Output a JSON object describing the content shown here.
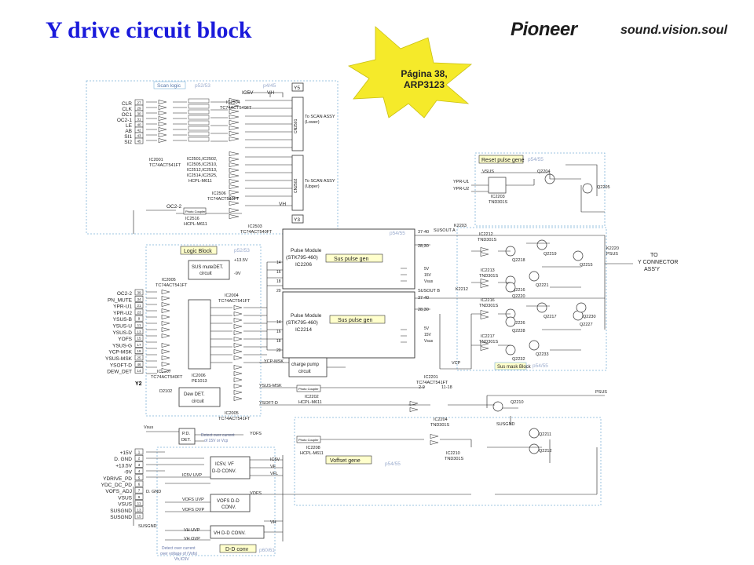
{
  "title": "Y drive circuit block",
  "brand": {
    "name": "Pioneer",
    "tagline": "sound.vision.soul"
  },
  "callout": {
    "line1": "Página 38,",
    "line2": "ARP3123",
    "fill": "#f5ea2a"
  },
  "colors": {
    "title": "#1a1adb",
    "block_border": "#7fb3d8",
    "label_fill": "#ffffcc",
    "wire": "#222222"
  },
  "blocks": {
    "scan_logic": {
      "label": "Scan logic",
      "page": "p52/53",
      "page2": "p4/45"
    },
    "logic_block": {
      "label": "Logic Block",
      "page": "p52/53"
    },
    "reset_pulse": {
      "label": "Reset pulse gene",
      "page": "p54/55"
    },
    "sus_pulse_1": {
      "label": "Sus pulse gen",
      "page": "p54/55"
    },
    "sus_pulse_2": {
      "label": "Sus pulse gen"
    },
    "sus_mask": {
      "label": "Sus mask Block",
      "page": "p54/55"
    },
    "voffset": {
      "label": "Voffset gene",
      "page": "p54/55"
    },
    "ddconv": {
      "label": "D-D conv",
      "page": "p60/61"
    }
  },
  "connectors": {
    "left_top": [
      "CLR",
      "CLK",
      "OC1",
      "OC2-1",
      "LE",
      "AB",
      "SI1",
      "SI2"
    ],
    "left_top_pins": [
      "27",
      "29",
      "30",
      "31",
      "40",
      "42",
      "43",
      "45"
    ],
    "left_mid": [
      "OC2-2",
      "PN_MUTE",
      "YPR-U1",
      "YPR-U2",
      "YSUS-B",
      "YSUS-U",
      "YSUS-D",
      "YOFS",
      "YSUS-G",
      "YCP-MSK",
      "YSUS-MSK",
      "YSOFT-D",
      "DEW_DET"
    ],
    "left_mid_pins": [
      "39",
      "34",
      "21",
      "23",
      "9",
      "11",
      "13",
      "15",
      "17",
      "19",
      "25",
      "46",
      "14"
    ],
    "left_mid_id": "Y2",
    "left_bot": [
      "+15V",
      "D. GND",
      "+13.5V",
      "-9V",
      "YDRIVE_PD",
      "YDC_DC_PD",
      "VOFS_ADJ",
      "VSUS",
      "VSUS",
      "SUSGND",
      "SUSGND"
    ],
    "left_bot_pins": [
      "1",
      "2",
      "3",
      "4",
      "5",
      "6",
      "7",
      "9",
      "11",
      "13",
      "15"
    ],
    "y5": "Y5",
    "y3": "Y3"
  },
  "ics": {
    "ic2001": [
      "IC2001",
      "TC74ACT541FT"
    ],
    "ic2501": [
      "IC2501,IC2502,",
      "IC2505,IC2510,",
      "IC2512,IC2513,",
      "IC2514,IC2525,",
      "HCPL-M611"
    ],
    "ic2504": [
      "IC2504",
      "TC74ACT540FT"
    ],
    "ic2506": [
      "IC2506",
      "TC74ACT540FT"
    ],
    "ic2516": [
      "IC2516",
      "HCPL-M611"
    ],
    "ic2503": [
      "IC2503",
      "TC74ACT540FT"
    ],
    "ic2005": [
      "IC2005",
      "TC74ACT541FT"
    ],
    "ic2004": [
      "IC2004",
      "TC74ACT541FT"
    ],
    "ic2007": [
      "IC2007",
      "TC74ACT540FT"
    ],
    "ic2006": [
      "IC2006",
      "PE1013"
    ],
    "ic2005b": [
      "IC2005",
      "TC74ACT541FT"
    ],
    "ic2206": [
      "Pulse Module",
      "(STK795-460)",
      "IC2206"
    ],
    "ic2214": [
      "Pulse Module",
      "(STK795-460)",
      "IC2214"
    ],
    "ic2203": [
      "IC2203",
      "TND301S"
    ],
    "ic2212": [
      "IC2212",
      "TND301S"
    ],
    "ic2213": [
      "IC2213",
      "TND301S"
    ],
    "ic2216": [
      "IC2216",
      "TND301S"
    ],
    "ic2217": [
      "IC2217",
      "TND301S"
    ],
    "ic2201": [
      "IC2201",
      "TC74ACT541FT"
    ],
    "ic2202": [
      "IC2202",
      "HCPL-M611"
    ],
    "ic2204": [
      "IC2204",
      "TND301S"
    ],
    "ic2208": [
      "IC2208",
      "HCPL-M611"
    ],
    "ic2210": [
      "IC2210",
      "TND301S"
    ]
  },
  "labels": {
    "ic5v": "IC5V",
    "vh": "VH",
    "cn2501": "CN2501",
    "cn2502": "CN2502",
    "scan_lower": [
      "To SCAN ASSY",
      "(Lower)"
    ],
    "scan_upper": [
      "To SCAN ASSY",
      "(Upper)"
    ],
    "oc22": "OC2-2",
    "photo_coupler": "Photo Coupler",
    "sus_mute": [
      "SUS muteDET.",
      "circuit"
    ],
    "p135": "+13.5V",
    "m9": "-9V",
    "dew": [
      "Dew DET.",
      "circuit"
    ],
    "d2102": "D2102",
    "charge_pump": [
      "charge pump",
      "circuit"
    ],
    "ycp_msk": "YCP-MSK",
    "ysus_msk": "YSUS-MSK",
    "ysoft_d": "YSOFT-D",
    "vsus": "VSUS",
    "ypr_u1": "YPR-U1",
    "ypr_u2": "YPR-U2",
    "q2204": "Q2204",
    "q2205": "Q2205",
    "susout_a": "SUSOUT A",
    "susout_b": "SUSOUT B",
    "k2203": "K2203",
    "k2212": "K2212",
    "k2220": "K2220",
    "psus": "PSUS",
    "pins_a": [
      "37-40",
      "28,30"
    ],
    "pins_b": [
      "37-40",
      "28,30"
    ],
    "mod_pins": [
      "14",
      "16",
      "18",
      "20"
    ],
    "mod_pwr": [
      "5V",
      "15V",
      "Vsus"
    ],
    "to_y": [
      "TO",
      "Y CONNECTOR",
      "ASS'Y"
    ],
    "q_top": [
      "Q2218",
      "Q2219",
      "Q2215",
      "Q2216",
      "Q2221",
      "Q2220"
    ],
    "q_bot": [
      "Q2226",
      "Q2217",
      "Q2228",
      "Q2227",
      "Q2233",
      "Q2232",
      "Q2230"
    ],
    "vcp": "VCP",
    "q2210": "Q2210",
    "susgnd": "SUSGND",
    "psus2": "PSUS",
    "q2211": "Q2211",
    "q2212": "Q2212",
    "pins_ic2201": [
      "2-9",
      "11-18"
    ],
    "yofs": "YOFS",
    "vofs": "VOFS",
    "vsus_lbl": "Vsus",
    "pd_det": [
      "P.D.",
      "DET."
    ],
    "det_overcurrent": [
      "Detect over current",
      "of 15V or Vcp"
    ],
    "ic5v_vf": [
      "IC5V, VF",
      "D-D CONV."
    ],
    "vofs_dd": [
      "VOFS D-D",
      "CONV."
    ],
    "vh_dd": "VH D-D CONV.",
    "ic5v_uvp": "IC5V UVP",
    "vofs_uvp": "VOFS UVP",
    "vofs_ovp": "VOFS OVP",
    "vh_uvp": "VH UVP",
    "vh_ovp": "VH OVP",
    "ic5v2": "IC5V",
    "vf": "VF",
    "vfl": "VFL",
    "vh2": "VH",
    "dgnd": "D. GND",
    "susgnd2": "SUSGND",
    "det_bottom": [
      "Detect over current",
      "over voltage of (Vofs)",
      "Vh,IC5V"
    ]
  }
}
